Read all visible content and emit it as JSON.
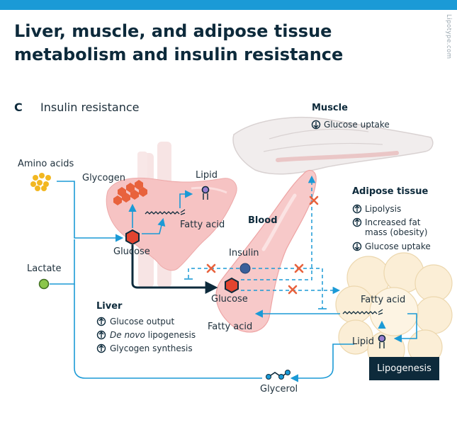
{
  "header": {
    "title": "Liver, muscle, and adipose tissue metabolism and insulin resistance",
    "credit": "Lipotype.com"
  },
  "panel": {
    "letter": "C",
    "title": "Insulin resistance"
  },
  "inputs": {
    "amino_acids": "Amino acids",
    "lactate": "Lactate"
  },
  "liver": {
    "glycogen": "Glycogen",
    "lipid": "Lipid",
    "fatty_acid": "Fatty acid",
    "glucose": "Glucose",
    "header": "Liver",
    "effects": [
      {
        "direction": "up",
        "text": "Glucose output"
      },
      {
        "direction": "up",
        "text_italic": "De novo",
        "text": " lipogenesis"
      },
      {
        "direction": "up",
        "text": "Glycogen synthesis"
      }
    ]
  },
  "blood": {
    "header": "Blood",
    "insulin": "Insulin",
    "glucose": "Glucose",
    "fatty_acid": "Fatty acid"
  },
  "muscle": {
    "header": "Muscle",
    "effects": [
      {
        "direction": "down",
        "text": "Glucose uptake"
      }
    ]
  },
  "adipose": {
    "header": "Adipose tissue",
    "effects": [
      {
        "direction": "up",
        "text": "Lipolysis"
      },
      {
        "direction": "up",
        "text": "Increased fat mass (obesity)"
      },
      {
        "direction": "down",
        "text": "Glucose uptake"
      }
    ],
    "fatty_acid": "Fatty acid",
    "lipid": "Lipid",
    "lipogenesis": "Lipogenesis"
  },
  "glycerol": "Glycerol",
  "colors": {
    "accent_blue": "#1b9ad6",
    "navy": "#0d2a3b",
    "block_red": "#e8623d",
    "hexagon_red": "#e2442f",
    "amino_yellow": "#f2b721",
    "lactate_green": "#8bc64a",
    "organ_pink": "#f7c9c9",
    "adipose_cream": "#fbeed6"
  }
}
